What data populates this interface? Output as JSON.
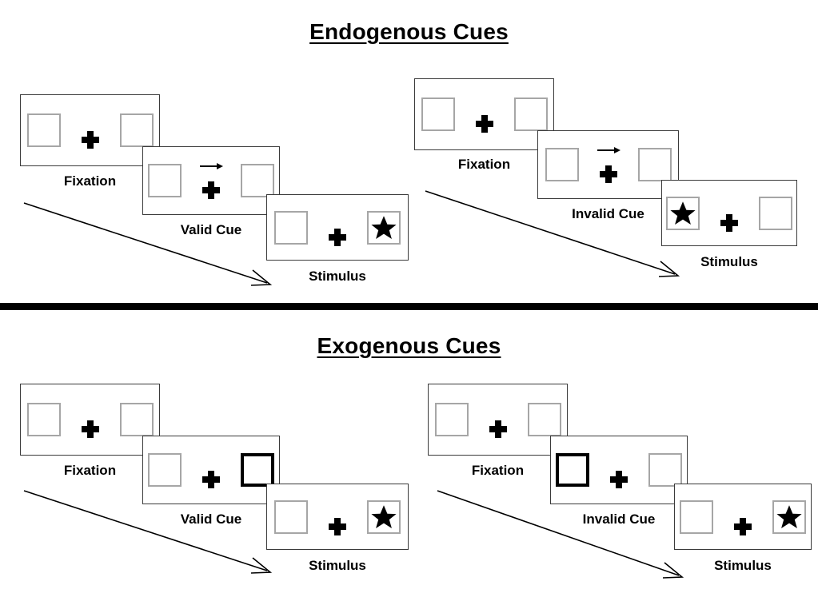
{
  "sections": [
    {
      "id": "endogenous",
      "title": "Endogenous Cues",
      "cue_type": "central-arrow",
      "sequences": [
        {
          "id": "endogenous-valid",
          "condition": "valid",
          "panels": [
            {
              "label": "Fixation",
              "cue": "none",
              "target": "none"
            },
            {
              "label": "Valid Cue",
              "cue": "arrow-right",
              "target": "none"
            },
            {
              "label": "Stimulus",
              "cue": "none",
              "target": "right"
            }
          ]
        },
        {
          "id": "endogenous-invalid",
          "condition": "invalid",
          "panels": [
            {
              "label": "Fixation",
              "cue": "none",
              "target": "none"
            },
            {
              "label": "Invalid Cue",
              "cue": "arrow-right",
              "target": "none"
            },
            {
              "label": "Stimulus",
              "cue": "none",
              "target": "left"
            }
          ]
        }
      ]
    },
    {
      "id": "exogenous",
      "title": "Exogenous Cues",
      "cue_type": "peripheral-box",
      "sequences": [
        {
          "id": "exogenous-valid",
          "condition": "valid",
          "panels": [
            {
              "label": "Fixation",
              "cue": "none",
              "target": "none"
            },
            {
              "label": "Valid Cue",
              "cue": "box-right",
              "target": "none"
            },
            {
              "label": "Stimulus",
              "cue": "none",
              "target": "right"
            }
          ]
        },
        {
          "id": "exogenous-invalid",
          "condition": "invalid",
          "panels": [
            {
              "label": "Fixation",
              "cue": "none",
              "target": "none"
            },
            {
              "label": "Invalid Cue",
              "cue": "box-left",
              "target": "none"
            },
            {
              "label": "Stimulus",
              "cue": "none",
              "target": "right"
            }
          ]
        }
      ]
    }
  ],
  "icons": {
    "star": "star-icon",
    "fixation_cross": "plus-icon",
    "cue_arrow": "arrow-right-icon",
    "time_arrow": "time-flow-arrow-icon"
  },
  "colors": {
    "panel_border": "#3a3a3a",
    "box_border": "#a6a6a6",
    "cued_box_border": "#000000",
    "stimulus": "#000000",
    "divider": "#000000",
    "background": "#ffffff"
  }
}
